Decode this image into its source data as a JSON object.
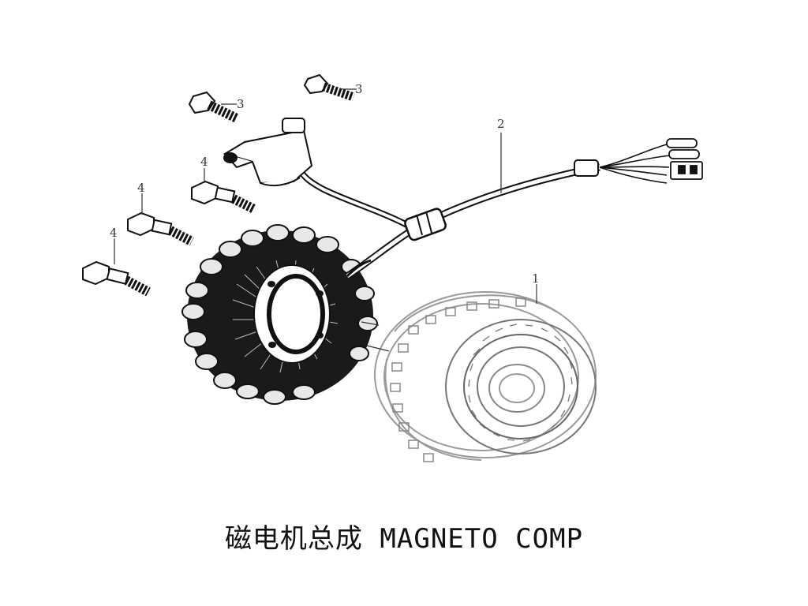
{
  "callouts": {
    "flywheel": "1",
    "wire_harness": "2",
    "screw_a": "3",
    "screw_b": "3",
    "bolt_a": "4",
    "bolt_b": "4",
    "bolt_c": "4"
  },
  "caption": {
    "title": "磁电机总成 MAGNETO COMP"
  }
}
